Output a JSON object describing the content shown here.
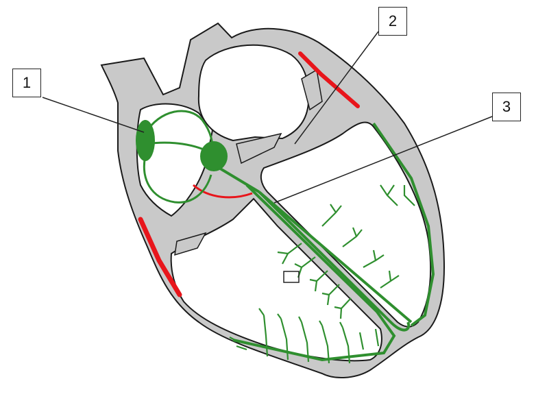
{
  "labels": {
    "one": "1",
    "two": "2",
    "three": "3"
  },
  "colors": {
    "background": "#ffffff",
    "heart_wall": "#c9c9c9",
    "outline": "#1a1a1a",
    "conduction": "#2f8f2f",
    "highlight": "#e8151b",
    "leader": "#222222"
  },
  "icons": {
    "one": "sinoatrial-node-icon",
    "two": "atrioventricular-node-icon",
    "three": "his-bundle-icon"
  }
}
